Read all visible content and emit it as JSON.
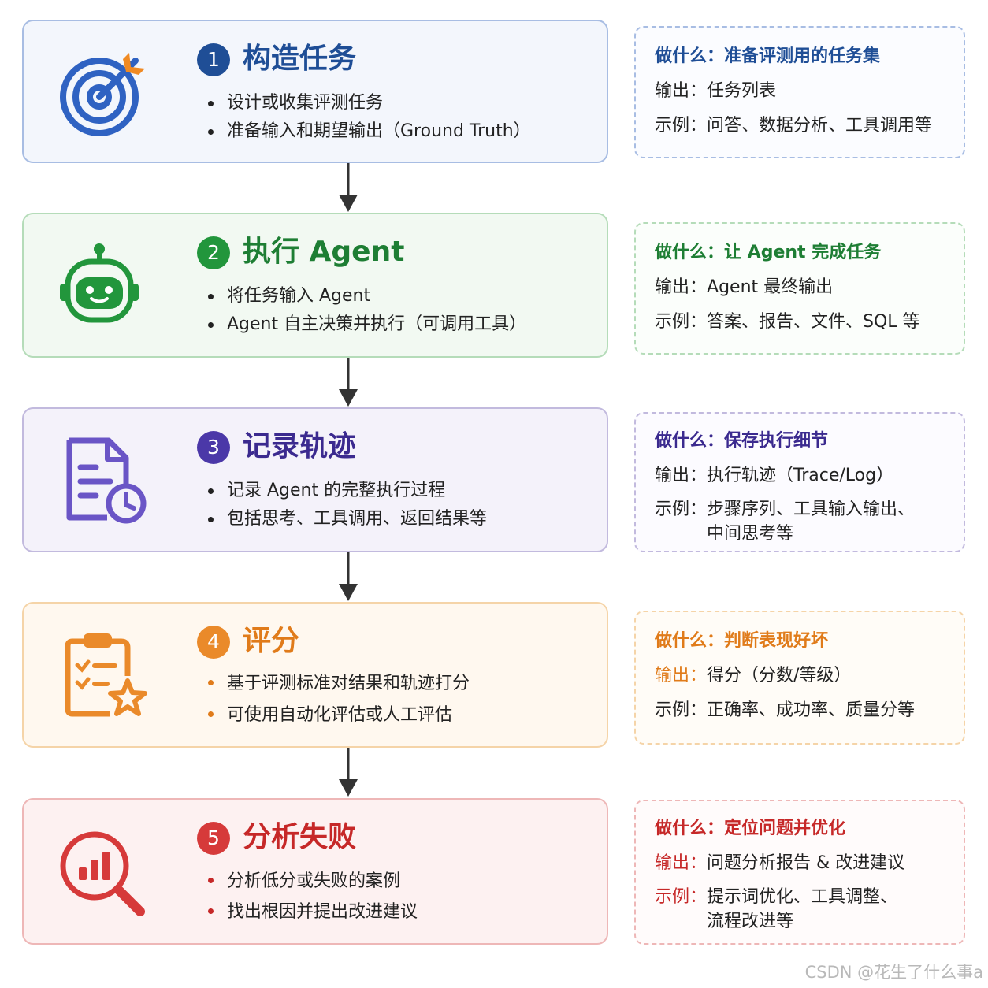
{
  "colors": {
    "step1": "#1f4e96",
    "step2": "#22963c",
    "step3": "#4b38a8",
    "step4": "#ea8a2a",
    "step5": "#d63a3a"
  },
  "steps": [
    {
      "number": "1",
      "title": "构造任务",
      "icon": "target-arrow-icon",
      "bullets": [
        "设计或收集评测任务",
        "准备输入和期望输出（Ground Truth）"
      ],
      "info": {
        "what_label": "做什么：",
        "what_value": "准备评测用的任务集",
        "output_label": "输出：",
        "output_value": "任务列表",
        "example_label": "示例：",
        "example_lines": [
          "问答、数据分析、工具调用等"
        ]
      }
    },
    {
      "number": "2",
      "title": "执行 Agent",
      "icon": "robot-icon",
      "bullets": [
        "将任务输入 Agent",
        "Agent 自主决策并执行（可调用工具）"
      ],
      "info": {
        "what_label": "做什么：",
        "what_value": "让 Agent 完成任务",
        "output_label": "输出：",
        "output_value": "Agent 最终输出",
        "example_label": "示例：",
        "example_lines": [
          "答案、报告、文件、SQL 等"
        ]
      }
    },
    {
      "number": "3",
      "title": "记录轨迹",
      "icon": "document-clock-icon",
      "bullets": [
        "记录 Agent 的完整执行过程",
        "包括思考、工具调用、返回结果等"
      ],
      "info": {
        "what_label": "做什么：",
        "what_value": "保存执行细节",
        "output_label": "输出：",
        "output_value": "执行轨迹（Trace/Log）",
        "example_label": "示例：",
        "example_lines": [
          "步骤序列、工具输入输出、",
          "中间思考等"
        ]
      }
    },
    {
      "number": "4",
      "title": "评分",
      "icon": "clipboard-star-icon",
      "bullets": [
        "基于评测标准对结果和轨迹打分",
        "可使用自动化评估或人工评估"
      ],
      "info": {
        "what_label": "做什么：",
        "what_value": "判断表现好坏",
        "output_label": "输出：",
        "output_value": "得分（分数/等级）",
        "example_label": "示例：",
        "example_lines": [
          "正确率、成功率、质量分等"
        ]
      }
    },
    {
      "number": "5",
      "title": "分析失败",
      "icon": "magnifier-chart-icon",
      "bullets": [
        "分析低分或失败的案例",
        "找出根因并提出改进建议"
      ],
      "info": {
        "what_label": "做什么：",
        "what_value": "定位问题并优化",
        "output_label": "输出：",
        "output_value": "问题分析报告 & 改进建议",
        "example_label": "示例：",
        "example_lines": [
          "提示词优化、工具调整、",
          "流程改进等"
        ]
      }
    }
  ],
  "watermark": "CSDN @花生了什么事a"
}
